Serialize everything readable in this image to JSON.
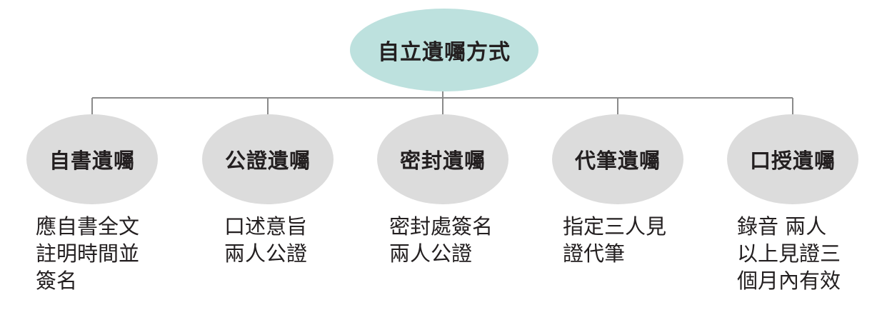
{
  "root": {
    "label": "自立遺囑方式"
  },
  "methods": [
    {
      "label": "自書遺囑",
      "desc": [
        "應自書全文",
        "註明時間並",
        "簽名"
      ]
    },
    {
      "label": "公證遺囑",
      "desc": [
        "口述意旨",
        "兩人公證"
      ]
    },
    {
      "label": "密封遺囑",
      "desc": [
        "密封處簽名",
        "兩人公證"
      ]
    },
    {
      "label": "代筆遺囑",
      "desc": [
        "指定三人見",
        "證代筆"
      ]
    },
    {
      "label": "口授遺囑",
      "desc": [
        "錄音 兩人",
        "以上見證三",
        "個月內有效"
      ]
    }
  ],
  "colors": {
    "root_fill": "#bde1de",
    "child_fill": "#dcdcdc",
    "line": "#8a8a8a",
    "text": "#231f20"
  }
}
